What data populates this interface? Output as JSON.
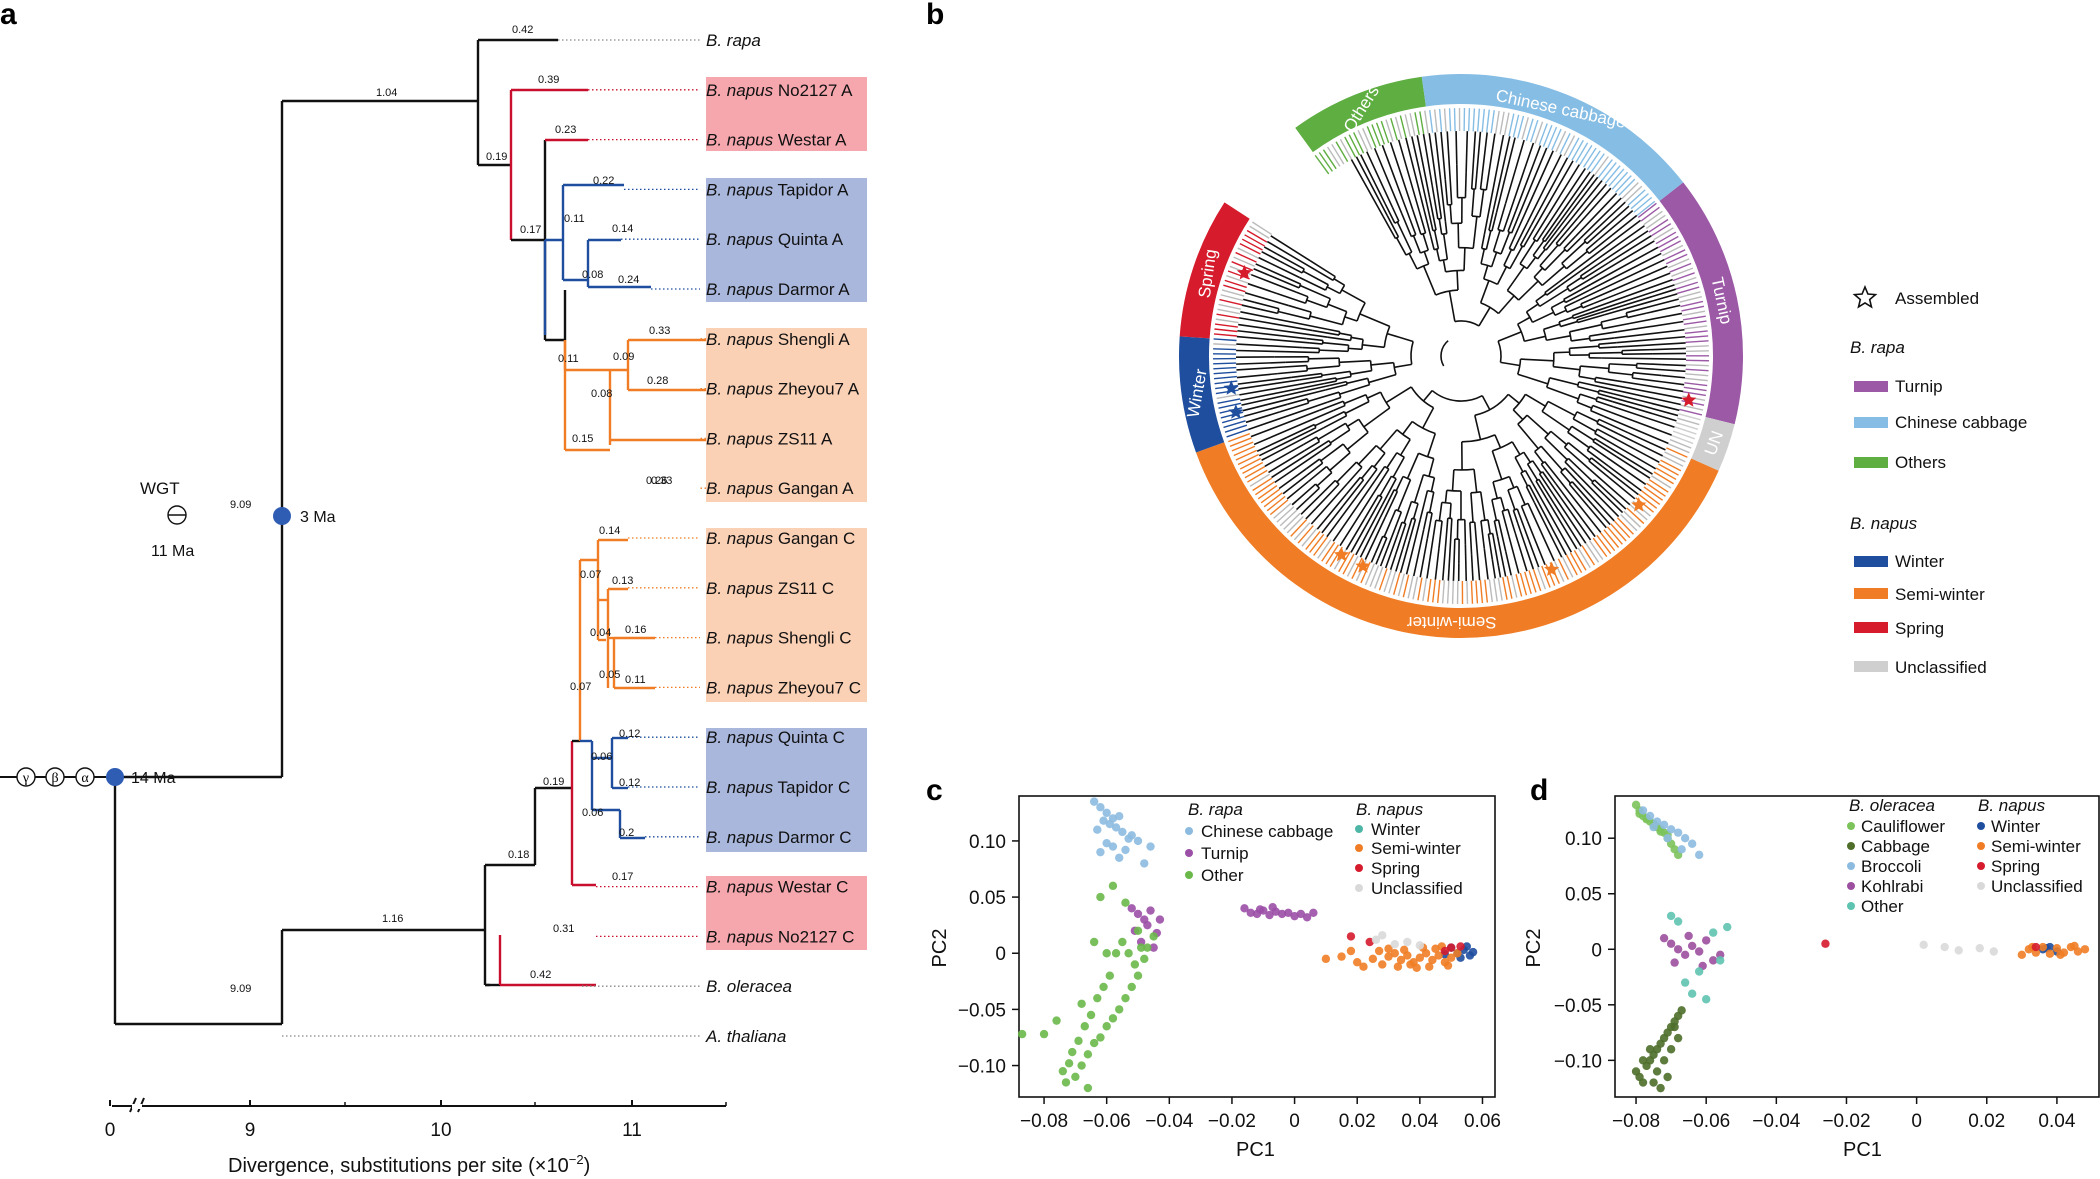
{
  "panel_labels": [
    "a",
    "b",
    "c",
    "d"
  ],
  "colors": {
    "A_sub": "#c8102e",
    "winter": "#1f4e9e",
    "semiwinter": "#f07d25",
    "spring": "#d51b2c",
    "turnip": "#9b59a6",
    "chinese_cabbage": "#86bde4",
    "others": "#5fae42",
    "unclassified": "#cfcfcf",
    "box_pink": "#f6a7ae",
    "box_blue": "#a9b7dc",
    "box_peach": "#fbd1b6",
    "node_blue": "#2f5db4",
    "pca_cauliflower": "#7cc35c",
    "pca_cabbage": "#4e6e2a",
    "pca_broccoli": "#8dbbe0",
    "pca_kohlrabi": "#9c4f9e",
    "pca_other_oleracea": "#5ec3b0",
    "pca_winter": "#1f4e9e",
    "pca_semiwinter": "#f07d25",
    "pca_spring": "#d51b2c",
    "pca_unclassified": "#d9d9d9",
    "pca_turnip": "#9b4fa6",
    "pca_chinese": "#8dbbe0",
    "pca_other_rapa": "#6ab84a",
    "pca_winter_c": "#4db6a6"
  },
  "panel_a": {
    "taxa": [
      {
        "genus": "B. rapa",
        "rest": ""
      },
      {
        "genus": "B. napus",
        "rest": "No2127 A"
      },
      {
        "genus": "B. napus",
        "rest": "Westar A"
      },
      {
        "genus": "B. napus",
        "rest": "Tapidor A"
      },
      {
        "genus": "B. napus",
        "rest": "Quinta A"
      },
      {
        "genus": "B. napus",
        "rest": "Darmor A"
      },
      {
        "genus": "B. napus",
        "rest": "Shengli A"
      },
      {
        "genus": "B. napus",
        "rest": "Zheyou7 A"
      },
      {
        "genus": "B. napus",
        "rest": "ZS11 A"
      },
      {
        "genus": "B. napus",
        "rest": "Gangan A"
      },
      {
        "genus": "B. napus",
        "rest": "Gangan C"
      },
      {
        "genus": "B. napus",
        "rest": "ZS11 C"
      },
      {
        "genus": "B. napus",
        "rest": "Shengli C"
      },
      {
        "genus": "B. napus",
        "rest": "Zheyou7 C"
      },
      {
        "genus": "B. napus",
        "rest": "Quinta C"
      },
      {
        "genus": "B. napus",
        "rest": "Tapidor C"
      },
      {
        "genus": "B. napus",
        "rest": "Darmor C"
      },
      {
        "genus": "B. napus",
        "rest": "Westar C"
      },
      {
        "genus": "B. napus",
        "rest": "No2127 C"
      },
      {
        "genus": "B. oleracea",
        "rest": ""
      },
      {
        "genus": "A. thaliana",
        "rest": ""
      }
    ],
    "branch_lengths": [
      "0.42",
      "0.39",
      "1.04",
      "0.23",
      "0.19",
      "0.22",
      "0.17",
      "0.11",
      "0.14",
      "0.08",
      "0.24",
      "0.33",
      "0.09",
      "0.28",
      "0.08",
      "0.11",
      "0.33",
      "0.15",
      "0.26",
      "9.09",
      "0.14",
      "0.07",
      "0.13",
      "0.04",
      "0.16",
      "0.05",
      "0.11",
      "0.07",
      "0.12",
      "0.06",
      "0.12",
      "0.06",
      "0.2",
      "0.19",
      "0.17",
      "0.18",
      "0.31",
      "1.16",
      "0.42",
      "9.09"
    ],
    "wgt_label": "WGT",
    "wgt_time": "11 Ma",
    "node_3ma": "3 Ma",
    "node_14ma": "14 Ma",
    "greek": [
      "γ",
      "β",
      "α"
    ],
    "axis_ticks": [
      "0",
      "9",
      "10",
      "11"
    ],
    "axis_label": "Divergence, substitutions per site (×10",
    "axis_label_exp": "−2",
    "axis_label_end": ")"
  },
  "panel_b": {
    "ring_labels": {
      "chinese_cabbage": "Chinese cabbage",
      "others": "Others",
      "turnip": "Turnip",
      "un": "UN",
      "semiwinter": "Semi-winter",
      "winter": "Winter",
      "spring": "Spring"
    },
    "legend": {
      "assembled": "Assembled",
      "rapa_title": "B. rapa",
      "rapa_items": [
        "Turnip",
        "Chinese cabbage",
        "Others"
      ],
      "napus_title": "B. napus",
      "napus_items": [
        "Winter",
        "Semi-winter",
        "Spring",
        "Unclassified"
      ]
    }
  },
  "panel_c": {
    "xlabel": "PC1",
    "ylabel": "PC2",
    "xticks": [
      "−0.08",
      "−0.06",
      "−0.04",
      "−0.02",
      "0",
      "0.02",
      "0.04",
      "0.06"
    ],
    "yticks": [
      "0.10",
      "0.05",
      "0",
      "−0.05",
      "−0.10"
    ],
    "legend_rapa_title": "B. rapa",
    "legend_rapa": [
      "Chinese cabbage",
      "Turnip",
      "Other"
    ],
    "legend_napus_title": "B. napus",
    "legend_napus": [
      "Winter",
      "Semi-winter",
      "Spring",
      "Unclassified"
    ]
  },
  "panel_d": {
    "xlabel": "PC1",
    "ylabel": "PC2",
    "xticks": [
      "−0.08",
      "−0.06",
      "−0.04",
      "−0.02",
      "0",
      "0.02",
      "0.04"
    ],
    "yticks": [
      "0.10",
      "0.05",
      "0",
      "−0.05",
      "−0.10"
    ],
    "legend_oleracea_title": "B. oleracea",
    "legend_oleracea": [
      "Cauliflower",
      "Cabbage",
      "Broccoli",
      "Kohlrabi",
      "Other"
    ],
    "legend_napus_title": "B. napus",
    "legend_napus": [
      "Winter",
      "Semi-winter",
      "Spring",
      "Unclassified"
    ]
  },
  "chart_data": [
    {
      "type": "scatter",
      "panel": "c",
      "xlabel": "PC1",
      "ylabel": "PC2",
      "xlim": [
        -0.088,
        0.064
      ],
      "ylim": [
        -0.128,
        0.14
      ],
      "series": [
        {
          "name": "Chinese cabbage",
          "group": "B. rapa",
          "x": [
            -0.064,
            -0.062,
            -0.06,
            -0.058,
            -0.056,
            -0.061,
            -0.059,
            -0.057,
            -0.063,
            -0.055,
            -0.052,
            -0.05,
            -0.06,
            -0.058,
            -0.054,
            -0.062,
            -0.056,
            -0.048,
            -0.046,
            -0.053
          ],
          "y": [
            0.135,
            0.13,
            0.125,
            0.12,
            0.122,
            0.118,
            0.115,
            0.112,
            0.11,
            0.108,
            0.105,
            0.1,
            0.098,
            0.095,
            0.092,
            0.09,
            0.085,
            0.08,
            0.095,
            0.102
          ]
        },
        {
          "name": "Turnip",
          "group": "B. rapa",
          "x": [
            -0.052,
            -0.05,
            -0.048,
            -0.046,
            -0.051,
            -0.047,
            -0.044,
            -0.049,
            -0.045,
            -0.043,
            -0.016,
            -0.014,
            -0.012,
            -0.01,
            -0.008,
            -0.006,
            -0.004,
            -0.002,
            0.0,
            0.002,
            0.004,
            0.006,
            -0.011,
            -0.007
          ],
          "y": [
            0.04,
            0.035,
            0.03,
            0.038,
            0.02,
            0.025,
            0.018,
            0.01,
            0.005,
            0.03,
            0.04,
            0.036,
            0.035,
            0.038,
            0.034,
            0.037,
            0.035,
            0.036,
            0.033,
            0.035,
            0.032,
            0.036,
            0.039,
            0.041
          ]
        },
        {
          "name": "Other",
          "group": "B. rapa",
          "x": [
            -0.087,
            -0.08,
            -0.076,
            -0.073,
            -0.07,
            -0.068,
            -0.066,
            -0.064,
            -0.062,
            -0.06,
            -0.058,
            -0.056,
            -0.054,
            -0.052,
            -0.05,
            -0.048,
            -0.047,
            -0.045,
            -0.063,
            -0.061,
            -0.059,
            -0.057,
            -0.055,
            -0.053,
            -0.051,
            -0.049,
            -0.065,
            -0.067,
            -0.069,
            -0.071,
            -0.072,
            -0.074,
            -0.066,
            -0.062,
            -0.058,
            -0.054,
            -0.05,
            -0.06,
            -0.064,
            -0.068
          ],
          "y": [
            -0.072,
            -0.072,
            -0.06,
            -0.115,
            -0.11,
            -0.1,
            -0.09,
            -0.08,
            -0.075,
            -0.065,
            -0.058,
            -0.05,
            -0.04,
            -0.03,
            -0.02,
            -0.005,
            0.005,
            0.015,
            -0.04,
            -0.03,
            -0.02,
            0.0,
            0.01,
            0.0,
            -0.01,
            0.005,
            -0.055,
            -0.065,
            -0.078,
            -0.088,
            -0.098,
            -0.105,
            -0.12,
            0.05,
            0.06,
            0.045,
            0.02,
            0.0,
            0.01,
            -0.045
          ]
        },
        {
          "name": "Winter",
          "group": "B. napus",
          "x": [
            0.052,
            0.054,
            0.056,
            0.055,
            0.053,
            0.057,
            0.05,
            0.048
          ],
          "y": [
            0.0,
            0.003,
            -0.002,
            0.006,
            -0.004,
            0.001,
            0.005,
            -0.001
          ]
        },
        {
          "name": "Semi-winter",
          "group": "B. napus",
          "x": [
            0.01,
            0.015,
            0.02,
            0.025,
            0.028,
            0.03,
            0.032,
            0.034,
            0.036,
            0.038,
            0.04,
            0.042,
            0.044,
            0.046,
            0.048,
            0.05,
            0.052,
            0.03,
            0.033,
            0.037,
            0.041,
            0.045,
            0.049,
            0.027,
            0.035,
            0.039,
            0.043,
            0.047,
            0.022,
            0.018
          ],
          "y": [
            -0.005,
            -0.003,
            -0.008,
            -0.005,
            -0.01,
            -0.003,
            0.0,
            -0.006,
            -0.002,
            -0.008,
            -0.004,
            0.0,
            -0.006,
            -0.002,
            -0.008,
            -0.004,
            0.0,
            0.004,
            -0.012,
            -0.01,
            0.005,
            0.004,
            -0.011,
            0.002,
            0.003,
            -0.013,
            -0.012,
            0.006,
            -0.012,
            0.002
          ]
        },
        {
          "name": "Spring",
          "group": "B. napus",
          "x": [
            0.018,
            0.024,
            0.05,
            0.053,
            0.048
          ],
          "y": [
            0.015,
            0.01,
            0.005,
            0.006,
            0.002
          ]
        },
        {
          "name": "Unclassified",
          "group": "B. napus",
          "x": [
            0.026,
            0.028,
            0.032,
            0.036,
            0.04
          ],
          "y": [
            0.012,
            0.016,
            0.008,
            0.01,
            0.007
          ]
        }
      ]
    },
    {
      "type": "scatter",
      "panel": "d",
      "xlabel": "PC1",
      "ylabel": "PC2",
      "xlim": [
        -0.086,
        0.052
      ],
      "ylim": [
        -0.133,
        0.138
      ],
      "series": [
        {
          "name": "Cauliflower",
          "group": "B. oleracea",
          "x": [
            -0.08,
            -0.079,
            -0.078,
            -0.077,
            -0.076,
            -0.075,
            -0.074,
            -0.073,
            -0.072,
            -0.071,
            -0.07,
            -0.069,
            -0.068,
            -0.079,
            -0.077,
            -0.075,
            -0.073,
            -0.071
          ],
          "y": [
            0.13,
            0.125,
            0.12,
            0.118,
            0.115,
            0.112,
            0.11,
            0.108,
            0.105,
            0.1,
            0.095,
            0.09,
            0.085,
            0.122,
            0.117,
            0.113,
            0.106,
            0.103
          ]
        },
        {
          "name": "Cabbage",
          "group": "B. oleracea",
          "x": [
            -0.08,
            -0.079,
            -0.078,
            -0.077,
            -0.076,
            -0.075,
            -0.074,
            -0.073,
            -0.072,
            -0.071,
            -0.07,
            -0.069,
            -0.068,
            -0.067,
            -0.078,
            -0.076,
            -0.074,
            -0.072,
            -0.07,
            -0.068,
            -0.075,
            -0.073,
            -0.071,
            -0.069
          ],
          "y": [
            -0.11,
            -0.115,
            -0.12,
            -0.105,
            -0.1,
            -0.095,
            -0.09,
            -0.085,
            -0.08,
            -0.075,
            -0.07,
            -0.065,
            -0.06,
            -0.055,
            -0.1,
            -0.09,
            -0.11,
            -0.1,
            -0.09,
            -0.08,
            -0.12,
            -0.125,
            -0.115,
            -0.07
          ]
        },
        {
          "name": "Broccoli",
          "group": "B. oleracea",
          "x": [
            -0.078,
            -0.076,
            -0.074,
            -0.072,
            -0.07,
            -0.068,
            -0.066,
            -0.064,
            -0.075,
            -0.071,
            -0.067,
            -0.062
          ],
          "y": [
            0.125,
            0.12,
            0.115,
            0.112,
            0.108,
            0.105,
            0.1,
            0.095,
            0.11,
            0.1,
            0.09,
            0.085
          ]
        },
        {
          "name": "Kohlrabi",
          "group": "B. oleracea",
          "x": [
            -0.072,
            -0.07,
            -0.068,
            -0.066,
            -0.064,
            -0.062,
            -0.06,
            -0.058,
            -0.056,
            -0.069,
            -0.065,
            -0.061
          ],
          "y": [
            0.01,
            0.005,
            0.0,
            -0.005,
            0.003,
            -0.002,
            0.008,
            -0.01,
            -0.005,
            -0.012,
            0.012,
            -0.015
          ]
        },
        {
          "name": "Other",
          "group": "B. oleracea",
          "x": [
            -0.07,
            -0.068,
            -0.066,
            -0.064,
            -0.062,
            -0.06,
            -0.058,
            -0.056,
            -0.054
          ],
          "y": [
            0.03,
            0.025,
            -0.03,
            -0.04,
            -0.02,
            -0.045,
            0.015,
            -0.01,
            0.02
          ]
        },
        {
          "name": "Winter",
          "group": "B. napus",
          "x": [
            0.036,
            0.038,
            0.04,
            0.037
          ],
          "y": [
            0.0,
            0.002,
            -0.002,
            0.001
          ]
        },
        {
          "name": "Semi-winter",
          "group": "B. napus",
          "x": [
            0.03,
            0.032,
            0.034,
            0.036,
            0.038,
            0.04,
            0.042,
            0.044,
            0.046,
            0.048,
            0.033,
            0.041,
            0.045
          ],
          "y": [
            -0.005,
            0.0,
            -0.003,
            0.002,
            -0.004,
            0.001,
            -0.003,
            0.002,
            -0.002,
            0.0,
            0.002,
            -0.005,
            0.003
          ]
        },
        {
          "name": "Spring",
          "group": "B. napus",
          "x": [
            -0.026,
            0.034
          ],
          "y": [
            0.005,
            0.002
          ]
        },
        {
          "name": "Unclassified",
          "group": "B. napus",
          "x": [
            0.002,
            0.008,
            0.012,
            0.018,
            0.022
          ],
          "y": [
            0.004,
            0.002,
            -0.001,
            0.001,
            -0.002
          ]
        }
      ]
    }
  ]
}
